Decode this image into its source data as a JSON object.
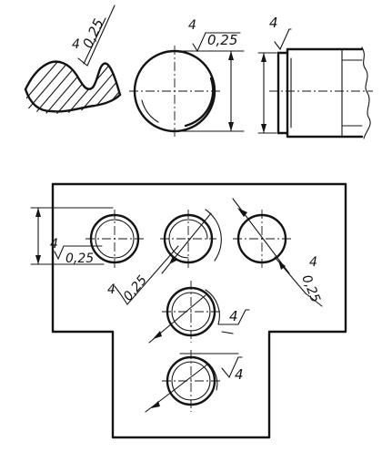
{
  "top_left": {
    "grade": "4",
    "roughness": "0,25"
  },
  "top_middle": {
    "grade": "4",
    "roughness": "0,25"
  },
  "top_right": {
    "grade": "4"
  },
  "plate_left": {
    "grade": "4",
    "roughness": "0,25"
  },
  "plate_diag_left": {
    "grade": "4",
    "roughness": "0,25"
  },
  "plate_diag_right": {
    "grade": "4",
    "roughness": "0,25"
  },
  "plate_mid": {
    "grade": "4"
  },
  "plate_bottom": {
    "grade": "4"
  }
}
